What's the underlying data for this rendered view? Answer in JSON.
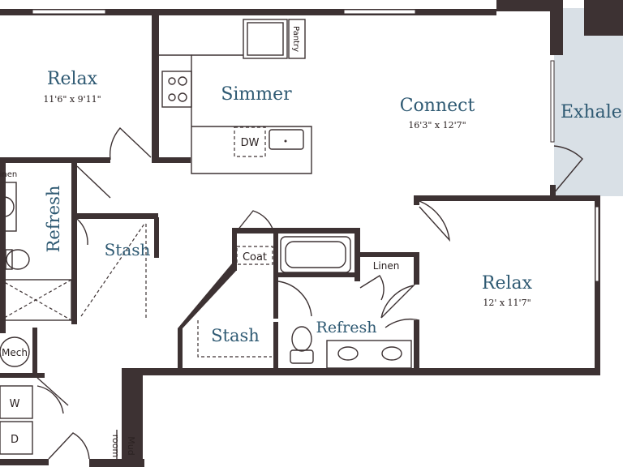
{
  "rooms": {
    "relax_left": {
      "name": "Relax",
      "dims": "11'6\" x 9'11\""
    },
    "simmer": {
      "name": "Simmer"
    },
    "connect": {
      "name": "Connect",
      "dims": "16'3\" x 12'7\""
    },
    "exhale": {
      "name": "Exhale"
    },
    "refresh_left": {
      "name": "Refresh"
    },
    "stash_left": {
      "name": "Stash"
    },
    "coat": {
      "name": "Coat"
    },
    "linen_right": {
      "name": "Linen"
    },
    "linen_left": {
      "name": "Linen"
    },
    "relax_right": {
      "name": "Relax",
      "dims": "12' x 11'7\""
    },
    "stash_center": {
      "name": "Stash"
    },
    "refresh_center": {
      "name": "Refresh"
    },
    "mech": {
      "name": "Mech"
    },
    "washer": {
      "name": "W"
    },
    "dryer": {
      "name": "D"
    },
    "mudroom": {
      "name_top": "Mud",
      "name_bottom": "room"
    }
  },
  "fixtures": {
    "dishwasher": "DW",
    "pantry": "Pantry"
  },
  "colors": {
    "wall": "#3d3233",
    "room_label": "#2f5a73",
    "patio": "#d9e0e6"
  }
}
